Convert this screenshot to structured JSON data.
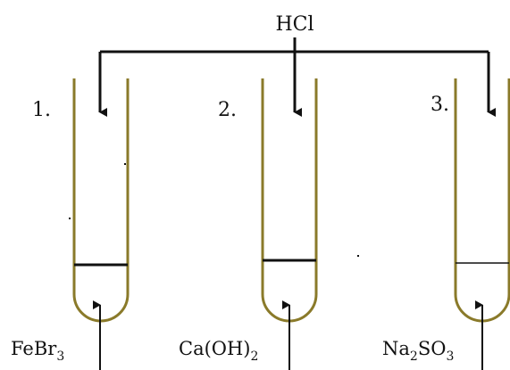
{
  "reagent": "HCl",
  "tubes": [
    {
      "number": "1.",
      "formula_parts": [
        {
          "t": "FeBr"
        },
        {
          "t": "3",
          "sub": true
        }
      ]
    },
    {
      "number": "2.",
      "formula_parts": [
        {
          "t": "Ca(OH)"
        },
        {
          "t": "2",
          "sub": true
        }
      ]
    },
    {
      "number": "3.",
      "formula_parts": [
        {
          "t": "Na"
        },
        {
          "t": "2",
          "sub": true
        },
        {
          "t": "SO"
        },
        {
          "t": "3",
          "sub": true
        }
      ]
    }
  ],
  "colors": {
    "glass": "#8a7a2a",
    "ink": "#111111"
  }
}
